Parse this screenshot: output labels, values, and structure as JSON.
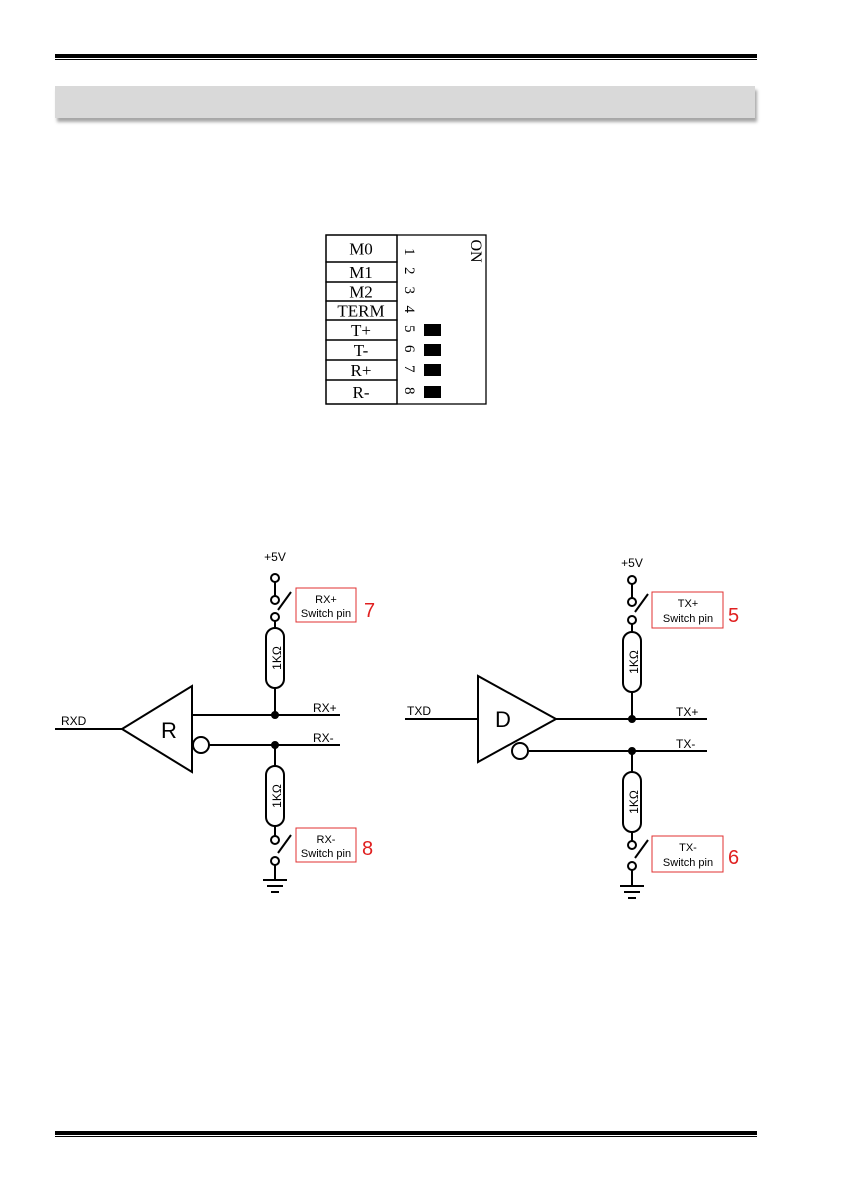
{
  "dip_switch": {
    "labels": [
      "M0",
      "M1",
      "M2",
      "TERM",
      "T+",
      "T-",
      "R+",
      "R-"
    ],
    "numbers": [
      "1",
      "2",
      "3",
      "4",
      "5",
      "6",
      "7",
      "8"
    ],
    "on_label": "ON",
    "on_state": [
      false,
      false,
      false,
      false,
      true,
      true,
      true,
      true
    ]
  },
  "rx_circuit": {
    "supply": "+5V",
    "input": "RXD",
    "block": "R",
    "line_pos": "RX+",
    "line_neg": "RX-",
    "resistor": "1KΩ",
    "switch_top": {
      "name": "RX+",
      "sub": "Switch pin",
      "pin": "7"
    },
    "switch_bot": {
      "name": "RX-",
      "sub": "Switch pin",
      "pin": "8"
    }
  },
  "tx_circuit": {
    "supply": "+5V",
    "input": "TXD",
    "block": "D",
    "line_pos": "TX+",
    "line_neg": "TX-",
    "resistor": "1KΩ",
    "switch_top": {
      "name": "TX+",
      "sub": "Switch pin",
      "pin": "5"
    },
    "switch_bot": {
      "name": "TX-",
      "sub": "Switch pin",
      "pin": "6"
    }
  },
  "colors": {
    "pin_number": "#e02020",
    "box_border": "#e03030",
    "header_bar": "#d9d9d9"
  }
}
